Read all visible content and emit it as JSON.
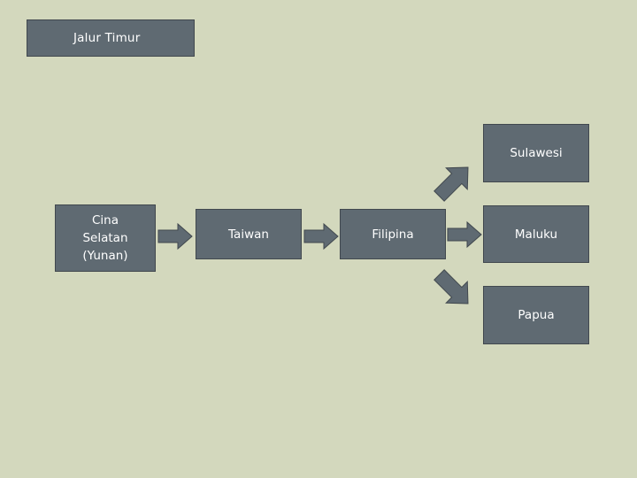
{
  "slide": {
    "background_color": "#d3d8bd",
    "node_color": "#5f6a72",
    "node_border_color": "#41484e",
    "text_color": "#ffffff",
    "title": "Jalur Timur"
  },
  "diagram": {
    "type": "flow",
    "nodes": [
      {
        "id": "cina",
        "label": "Cina\nSelatan\n(Yunan)"
      },
      {
        "id": "taiwan",
        "label": "Taiwan"
      },
      {
        "id": "filipina",
        "label": "Filipina"
      },
      {
        "id": "sulawesi",
        "label": "Sulawesi"
      },
      {
        "id": "maluku",
        "label": "Maluku"
      },
      {
        "id": "papua",
        "label": "Papua"
      }
    ],
    "edges": [
      {
        "from": "cina",
        "to": "taiwan",
        "direction": "right"
      },
      {
        "from": "taiwan",
        "to": "filipina",
        "direction": "right"
      },
      {
        "from": "filipina",
        "to": "maluku",
        "direction": "right"
      },
      {
        "from": "filipina",
        "to": "sulawesi",
        "direction": "up-right"
      },
      {
        "from": "filipina",
        "to": "papua",
        "direction": "down-right"
      }
    ]
  }
}
